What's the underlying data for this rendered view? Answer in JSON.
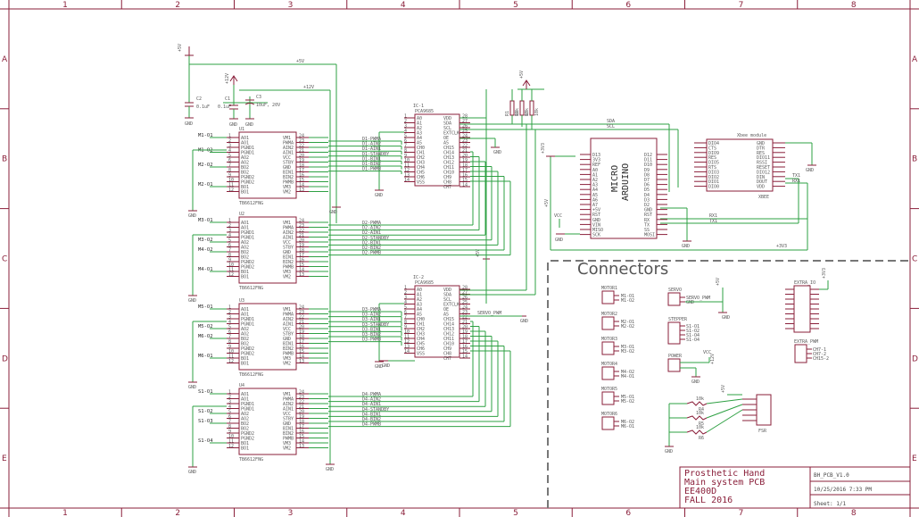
{
  "grid": {
    "columns": [
      "1",
      "2",
      "3",
      "4",
      "5",
      "6",
      "7",
      "8"
    ],
    "rows": [
      "A",
      "B",
      "C",
      "D",
      "E"
    ]
  },
  "connectors_header": "Connectors",
  "title_block": {
    "line1": "Prosthetic Hand",
    "line2": "Main system PCB",
    "line3": "EE400D",
    "line4": "FALL 2016",
    "file": "BH_PCB_V1.0",
    "datetime": "10/25/2016 7:33 PM",
    "sheet": "Sheet: 1/1"
  },
  "power_labels": {
    "v5": "+5V",
    "v12": "+12V",
    "v12b": "+12V",
    "v33": "+3V3",
    "gnd": "GND",
    "vcc": "VCC"
  },
  "capacitors": {
    "c2_name": "C2",
    "c2_value": "0.1uF",
    "c1_name": "C1",
    "c1_value": "0.1uF",
    "c3_name": "C3",
    "c3_value": "10uF, 20V"
  },
  "motor_drivers": [
    {
      "name": "U1",
      "part": "TB6612FNG"
    },
    {
      "name": "U2",
      "part": "TB6612FNG"
    },
    {
      "name": "U3",
      "part": "TB6612FNG"
    },
    {
      "name": "U4",
      "part": "TB6612FNG"
    }
  ],
  "driver_pins_left": [
    "AO1",
    "AO1",
    "PGND1",
    "PGND1",
    "AO2",
    "AO2",
    "BO2",
    "BO2",
    "PGND2",
    "PGND2",
    "BO1",
    "BO1"
  ],
  "driver_pins_right": [
    "VM1",
    "PWMA",
    "AIN2",
    "AIN1",
    "VCC",
    "STBY",
    "GND",
    "BIN1",
    "BIN2",
    "PWMB",
    "VM3",
    "VM2"
  ],
  "motor_labels": [
    [
      "M1-O1",
      "M1-O2",
      "M2-O2",
      "M2-O1"
    ],
    [
      "M3-O1",
      "M3-O2",
      "M4-O2",
      "M4-O1"
    ],
    [
      "M5-O1",
      "M5-O2",
      "M6-O2",
      "M6-O1"
    ],
    [
      "S1-O1",
      "S1-O2",
      "S1-O3",
      "S1-O4"
    ]
  ],
  "pwm_chips": [
    {
      "name": "IC-1",
      "part": "PCA9685"
    },
    {
      "name": "IC-2",
      "part": "PCA9685"
    }
  ],
  "pwm_pins_left": [
    "A0",
    "A1",
    "A2",
    "A3",
    "A4",
    "A5",
    "CH0",
    "CH1",
    "CH2",
    "CH3",
    "CH4",
    "CH5",
    "CH6",
    "VSS"
  ],
  "pwm_pins_right": [
    "VDD",
    "SDA",
    "SCL",
    "EXTCLK",
    "OE",
    "A5",
    "CH15",
    "CH14",
    "CH13",
    "CH12",
    "CH11",
    "CH10",
    "CH9",
    "CH8",
    "CH7"
  ],
  "net_groups": [
    [
      "D1-PWMA",
      "D1-AIN2",
      "D1-AIN1",
      "D1-STANDBY",
      "D1-BIN1",
      "D1-BIN2",
      "D1-PWMB"
    ],
    [
      "D2-PWMA",
      "D2-AIN2",
      "D2-AIN1",
      "D2-STANDBY",
      "D2-BIN1",
      "D2-BIN2",
      "D2-PWMB"
    ],
    [
      "D3-PWMA",
      "D3-AIN2",
      "D3-AIN1",
      "D3-STANDBY",
      "D3-BIN1",
      "D3-BIN2",
      "D3-PWMB"
    ],
    [
      "D4-PWMA",
      "D4-AIN2",
      "D4-AIN1",
      "D4-STANDBY",
      "D4-BIN1",
      "D4-BIN2",
      "D4-PWMB"
    ]
  ],
  "servo_net": "SERVO_PWM",
  "bus_labels": {
    "sda": "SDA",
    "scl": "SCL",
    "rx": "RX1",
    "tx": "TX1",
    "tx1b": "TX1",
    "rx1b": "RX1"
  },
  "resistors": [
    "R1",
    "R2",
    "R3"
  ],
  "resistor_values": [
    "10k",
    "10k",
    "10k"
  ],
  "arduino": {
    "title1": "MICRO",
    "title2": "ARDUINO",
    "left_pins": [
      "D13",
      "3V3",
      "REF",
      "A0",
      "A1",
      "A2",
      "A3",
      "A4",
      "A5",
      "A6",
      "A7",
      "+5V",
      "RST",
      "GND",
      "VIN",
      "MISO",
      "SCK"
    ],
    "right_pins": [
      "D12",
      "D11",
      "D10",
      "D9",
      "D8",
      "D7",
      "D6",
      "D5",
      "D4",
      "D3",
      "D2",
      "GND",
      "RST",
      "RX",
      "TX",
      "SS",
      "MOSI"
    ]
  },
  "xbee": {
    "title": "Xbee module",
    "name": "XBEE",
    "left_pins": [
      "DIO4",
      "CTS",
      "DIO9",
      "RES",
      "DIO5",
      "RTS",
      "DIO3",
      "DIO2",
      "DIO1",
      "DIO0"
    ],
    "right_pins": [
      "GND",
      "DTR",
      "RES",
      "DIO11",
      "RSSI",
      "RESET",
      "DIO12",
      "DIN",
      "DOUT",
      "VDD"
    ]
  },
  "connectors": [
    {
      "name": "MOTOR1",
      "pins": [
        "M1-O1",
        "M1-O2"
      ]
    },
    {
      "name": "MOTOR2",
      "pins": [
        "M2-O1",
        "M2-O2"
      ]
    },
    {
      "name": "MOTOR3",
      "pins": [
        "M3-O1",
        "M3-O2"
      ]
    },
    {
      "name": "MOTOR4",
      "pins": [
        "M4-O2",
        "M4-O1"
      ]
    },
    {
      "name": "MOTOR5",
      "pins": [
        "M5-O1",
        "M5-O2"
      ]
    },
    {
      "name": "MOTOR6",
      "pins": [
        "M6-O2",
        "M6-O1"
      ]
    }
  ],
  "servo_conn": {
    "name": "SERVO",
    "pins": [
      "SERVO_PWM",
      "GND"
    ]
  },
  "stepper_conn": {
    "name": "STEPPER",
    "pins": [
      "S1-O1",
      "S1-O2",
      "S1-O4",
      "S1-O4"
    ]
  },
  "power_conn": {
    "name": "POWER"
  },
  "extra_conn": {
    "name": "EXTRA_IO"
  },
  "extra_pwm": {
    "name": "EXTRA_PWM",
    "pins": [
      "CH7-1",
      "CH7-2",
      "CH15-2"
    ]
  },
  "fsr": {
    "name": "FSR",
    "r_labels": [
      "R4",
      "R5",
      "R6"
    ],
    "values": [
      "10k",
      "10k",
      "10k"
    ]
  }
}
